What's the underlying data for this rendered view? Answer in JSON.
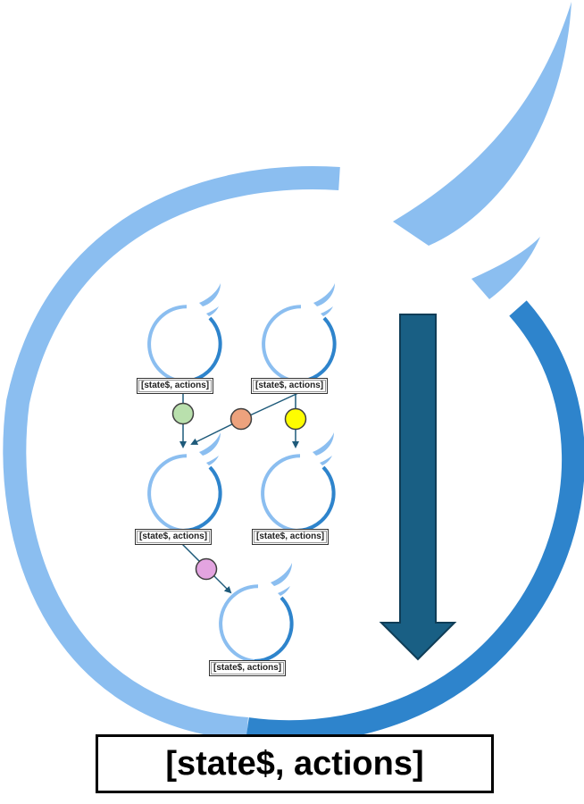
{
  "colors": {
    "light_blue": "#8bbef0",
    "dark_blue": "#2e84cc",
    "arrow_fill": "#195f84",
    "arrow_stroke": "#0f3d57",
    "connector": "#1e5a7a",
    "dot_green": "#b9e0ad",
    "dot_orange": "#eda27d",
    "dot_yellow": "#fefd00",
    "dot_pink": "#e3a4e0"
  },
  "main_label": "[state$, actions]",
  "nodes": [
    {
      "label": "[state$, actions]"
    },
    {
      "label": "[state$, actions]"
    },
    {
      "label": "[state$, actions]"
    },
    {
      "label": "[state$, actions]"
    },
    {
      "label": "[state$, actions]"
    }
  ]
}
